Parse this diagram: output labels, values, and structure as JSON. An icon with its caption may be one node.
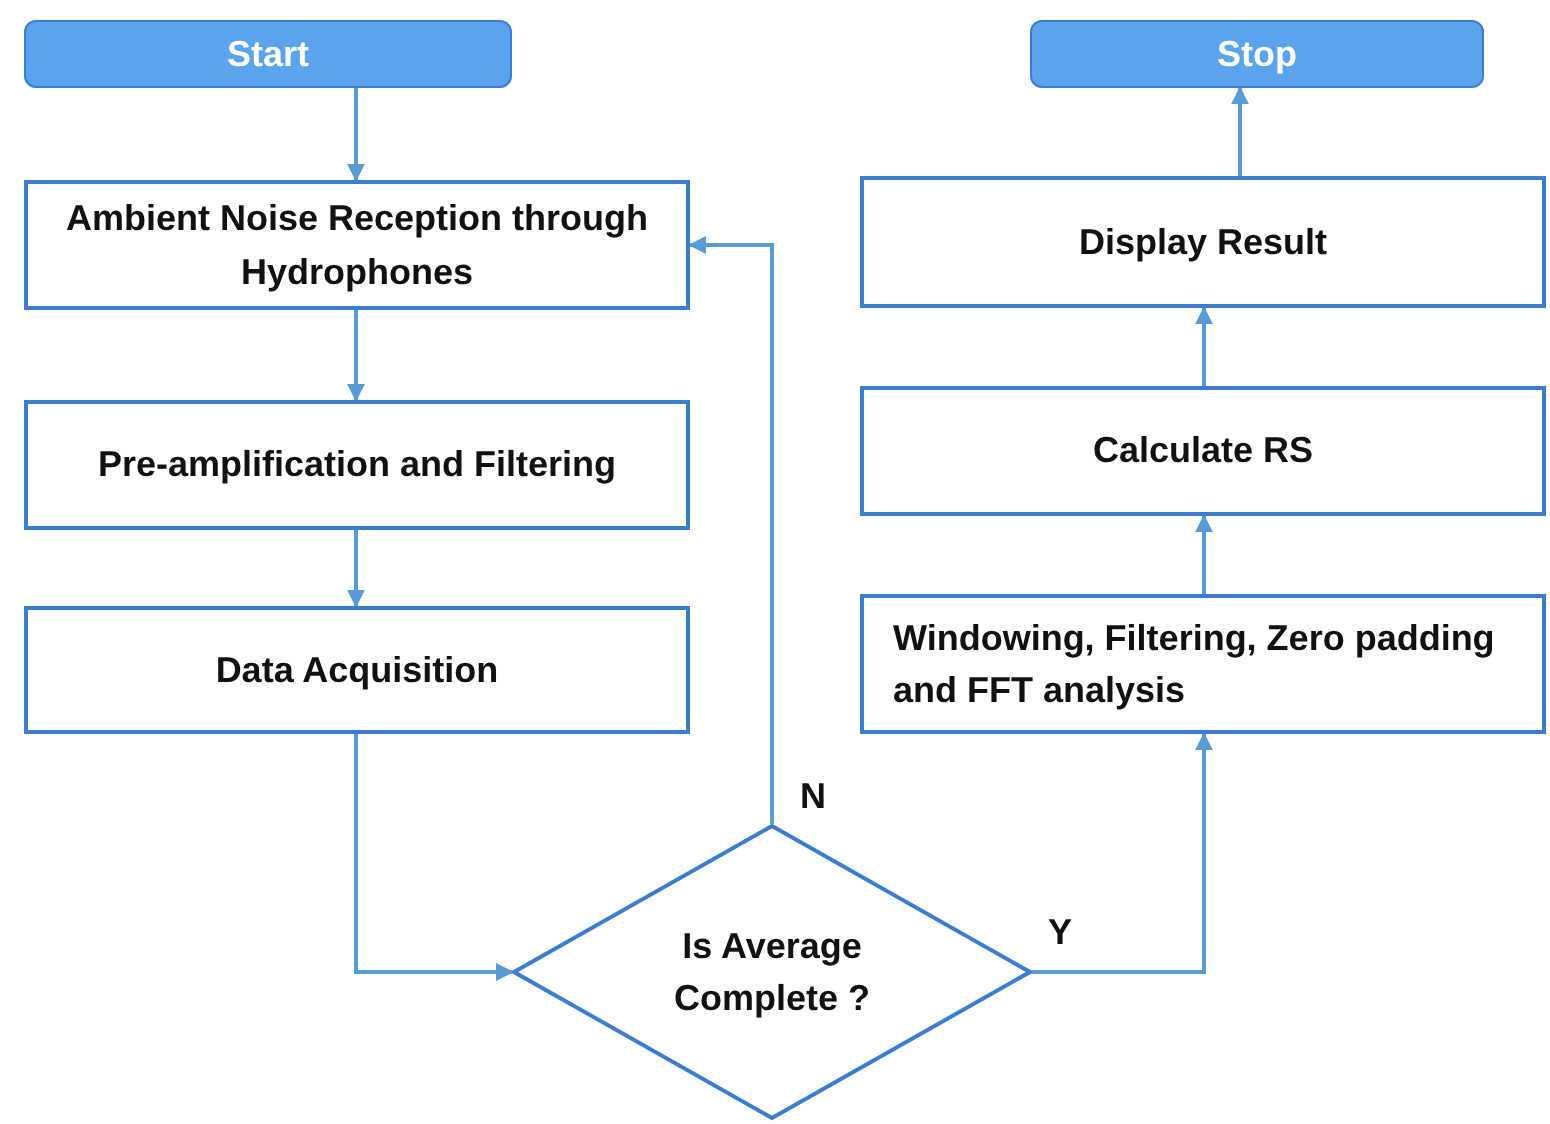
{
  "diagram": {
    "nodes": [
      {
        "text": [
          "Start"
        ]
      },
      {
        "text": [
          "Ambient Noise Reception through Hydrophones"
        ]
      },
      {
        "text": [
          "Pre-amplification and Filtering"
        ]
      },
      {
        "text": [
          "Data Acquisition"
        ]
      },
      {
        "text": [
          "Is Average Complete ?"
        ]
      },
      {
        "text": [
          "Stop"
        ]
      },
      {
        "text": [
          "Display Result"
        ]
      },
      {
        "text": [
          "Calculate RS"
        ]
      },
      {
        "text": [
          "Windowing, Filtering, Zero padding and FFT analysis"
        ]
      }
    ],
    "edges": [
      {
        "from": 0,
        "to": 1,
        "arrow": "to"
      },
      {
        "from": 1,
        "to": 2,
        "arrow": "to"
      },
      {
        "from": 2,
        "to": 3,
        "arrow": "to"
      },
      {
        "from": 3,
        "to": 4,
        "arrow": "to"
      },
      {
        "from": 4,
        "to": 1,
        "label": "N",
        "arrow": "to"
      },
      {
        "from": 4,
        "to": 8,
        "label": "Y",
        "arrow": "to"
      },
      {
        "from": 8,
        "to": 7,
        "arrow": "to"
      },
      {
        "from": 7,
        "to": 6,
        "arrow": "to"
      },
      {
        "from": 6,
        "to": 5,
        "arrow": "to"
      }
    ]
  }
}
